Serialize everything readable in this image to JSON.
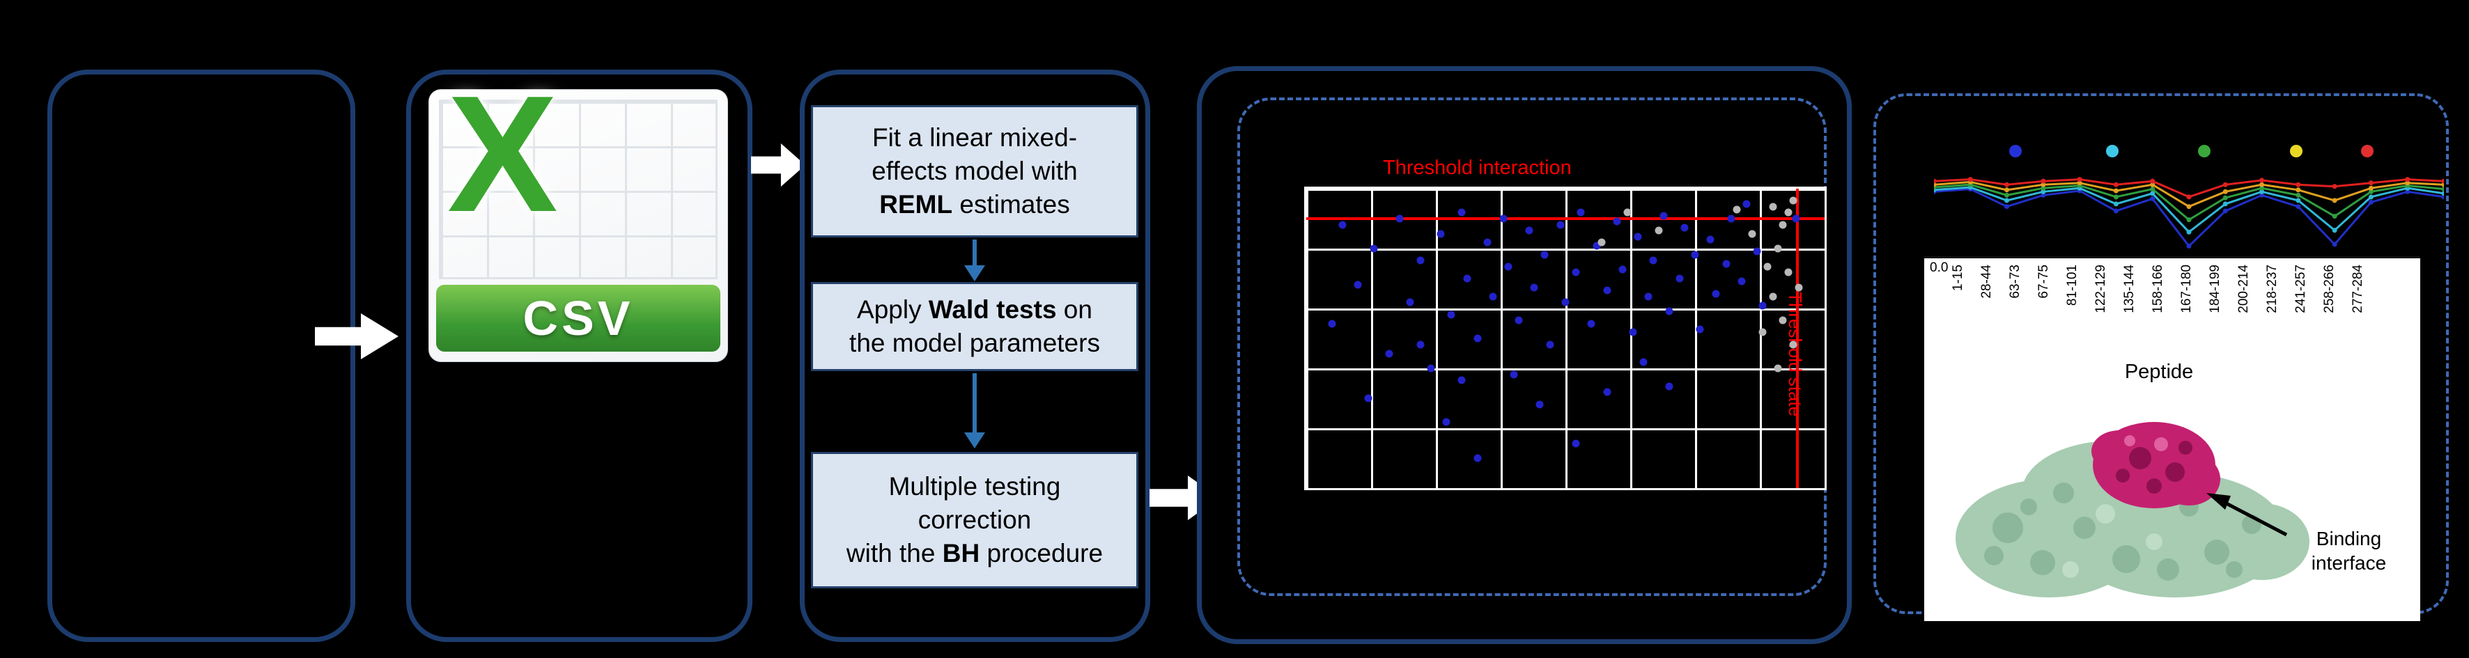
{
  "csv": {
    "label": "CSV",
    "x_letter": "X"
  },
  "method": {
    "box1": {
      "l1": "Fit a linear mixed-",
      "l2": "effects model with",
      "l3b": "REML",
      "l3": " estimates"
    },
    "box2": {
      "l1a": "Apply ",
      "l1b": "Wald tests",
      "l1c": " on",
      "l2": "the model parameters"
    },
    "box3": {
      "l1": "Multiple testing",
      "l2": "correction",
      "l3a": "with the ",
      "l3b": "BH",
      "l3c": " procedure"
    }
  },
  "protein": {
    "label_line1": "Binding",
    "label_line2": "interface"
  },
  "chart_data": [
    {
      "type": "scatter",
      "title": "Threshold interaction",
      "threshold_labels": {
        "interaction": "Threshold interaction",
        "state": "Threshold state"
      },
      "grid": {
        "x_cells": 8,
        "y_cells": 5,
        "grid_color": "#ffffff",
        "background": "#000000"
      },
      "thresholds": {
        "hline_y_frac": 0.1,
        "vline_x_frac": 0.948,
        "color": "#ff0000"
      },
      "series": [
        {
          "name": "significant-blue",
          "color": "#2222cc",
          "points": [
            [
              0.05,
              0.45
            ],
            [
              0.07,
              0.12
            ],
            [
              0.1,
              0.32
            ],
            [
              0.13,
              0.2
            ],
            [
              0.16,
              0.55
            ],
            [
              0.18,
              0.1
            ],
            [
              0.2,
              0.38
            ],
            [
              0.22,
              0.24
            ],
            [
              0.24,
              0.6
            ],
            [
              0.26,
              0.15
            ],
            [
              0.28,
              0.42
            ],
            [
              0.3,
              0.08
            ],
            [
              0.31,
              0.3
            ],
            [
              0.33,
              0.5
            ],
            [
              0.35,
              0.18
            ],
            [
              0.36,
              0.36
            ],
            [
              0.38,
              0.1
            ],
            [
              0.39,
              0.26
            ],
            [
              0.41,
              0.44
            ],
            [
              0.43,
              0.14
            ],
            [
              0.44,
              0.33
            ],
            [
              0.46,
              0.22
            ],
            [
              0.47,
              0.52
            ],
            [
              0.49,
              0.12
            ],
            [
              0.5,
              0.38
            ],
            [
              0.52,
              0.28
            ],
            [
              0.53,
              0.08
            ],
            [
              0.55,
              0.45
            ],
            [
              0.56,
              0.19
            ],
            [
              0.58,
              0.34
            ],
            [
              0.6,
              0.11
            ],
            [
              0.61,
              0.27
            ],
            [
              0.63,
              0.48
            ],
            [
              0.64,
              0.16
            ],
            [
              0.66,
              0.36
            ],
            [
              0.67,
              0.24
            ],
            [
              0.69,
              0.09
            ],
            [
              0.7,
              0.41
            ],
            [
              0.72,
              0.3
            ],
            [
              0.73,
              0.13
            ],
            [
              0.75,
              0.22
            ],
            [
              0.76,
              0.47
            ],
            [
              0.78,
              0.17
            ],
            [
              0.79,
              0.35
            ],
            [
              0.81,
              0.25
            ],
            [
              0.82,
              0.1
            ],
            [
              0.84,
              0.31
            ],
            [
              0.85,
              0.05
            ],
            [
              0.87,
              0.21
            ],
            [
              0.88,
              0.39
            ],
            [
              0.12,
              0.7
            ],
            [
              0.27,
              0.78
            ],
            [
              0.3,
              0.64
            ],
            [
              0.45,
              0.72
            ],
            [
              0.52,
              0.85
            ],
            [
              0.58,
              0.68
            ],
            [
              0.33,
              0.9
            ],
            [
              0.22,
              0.52
            ],
            [
              0.4,
              0.62
            ],
            [
              0.65,
              0.58
            ],
            [
              0.7,
              0.66
            ],
            [
              0.945,
              0.1
            ]
          ]
        },
        {
          "name": "not-significant-gray",
          "color": "#b8b8b8",
          "points": [
            [
              0.9,
              0.06
            ],
            [
              0.92,
              0.12
            ],
            [
              0.94,
              0.04
            ],
            [
              0.91,
              0.2
            ],
            [
              0.93,
              0.28
            ],
            [
              0.9,
              0.36
            ],
            [
              0.92,
              0.44
            ],
            [
              0.94,
              0.52
            ],
            [
              0.91,
              0.6
            ],
            [
              0.86,
              0.15
            ],
            [
              0.88,
              0.48
            ],
            [
              0.95,
              0.33
            ],
            [
              0.89,
              0.26
            ],
            [
              0.93,
              0.08
            ],
            [
              0.62,
              0.08
            ],
            [
              0.68,
              0.14
            ],
            [
              0.57,
              0.18
            ],
            [
              0.83,
              0.07
            ]
          ]
        }
      ]
    },
    {
      "type": "line",
      "categories": [
        "1-15",
        "28-44",
        "63-73",
        "67-75",
        "81-101",
        "122-129",
        "135-144",
        "158-166",
        "167-180",
        "184-199",
        "200-214",
        "218-237",
        "241-257",
        "258-266",
        "277-284"
      ],
      "xlabel": "Peptide",
      "y_tick_label": "0.0",
      "legend_dots": [
        {
          "color": "#2433d8",
          "x_frac": 0.16
        },
        {
          "color": "#3fc8e8",
          "x_frac": 0.35
        },
        {
          "color": "#3aa83a",
          "x_frac": 0.53
        },
        {
          "color": "#e8d825",
          "x_frac": 0.71
        },
        {
          "color": "#e03030",
          "x_frac": 0.85
        }
      ],
      "series": [
        {
          "name": "blue",
          "color": "#2030c8",
          "values": [
            0.72,
            0.75,
            0.55,
            0.68,
            0.73,
            0.5,
            0.64,
            0.1,
            0.5,
            0.68,
            0.55,
            0.12,
            0.6,
            0.72,
            0.66
          ]
        },
        {
          "name": "cyan",
          "color": "#30b8d8",
          "values": [
            0.74,
            0.77,
            0.62,
            0.72,
            0.76,
            0.58,
            0.7,
            0.26,
            0.58,
            0.72,
            0.62,
            0.28,
            0.66,
            0.76,
            0.7
          ]
        },
        {
          "name": "green",
          "color": "#2f9e3f",
          "values": [
            0.77,
            0.8,
            0.68,
            0.76,
            0.79,
            0.66,
            0.75,
            0.4,
            0.65,
            0.76,
            0.68,
            0.44,
            0.72,
            0.79,
            0.75
          ]
        },
        {
          "name": "yellow",
          "color": "#e0a020",
          "values": [
            0.8,
            0.83,
            0.74,
            0.8,
            0.82,
            0.73,
            0.8,
            0.55,
            0.72,
            0.8,
            0.74,
            0.62,
            0.76,
            0.82,
            0.8
          ]
        },
        {
          "name": "red",
          "color": "#e02020",
          "values": [
            0.84,
            0.86,
            0.8,
            0.84,
            0.86,
            0.8,
            0.84,
            0.66,
            0.8,
            0.85,
            0.8,
            0.78,
            0.82,
            0.86,
            0.84
          ]
        }
      ]
    }
  ],
  "colors": {
    "panel_border": "#1c3c6e",
    "dashed_border": "#3f6ab5",
    "step_box_fill": "#dbe5f1",
    "step_box_border": "#24416b",
    "connector_blue": "#2e74b5",
    "flow_arrow": "#ffffff",
    "threshold_red": "#ff0000",
    "csv_green": "#3aa52f",
    "protein_surface": "#a7ccb1",
    "binding_patch": "#c42070"
  }
}
